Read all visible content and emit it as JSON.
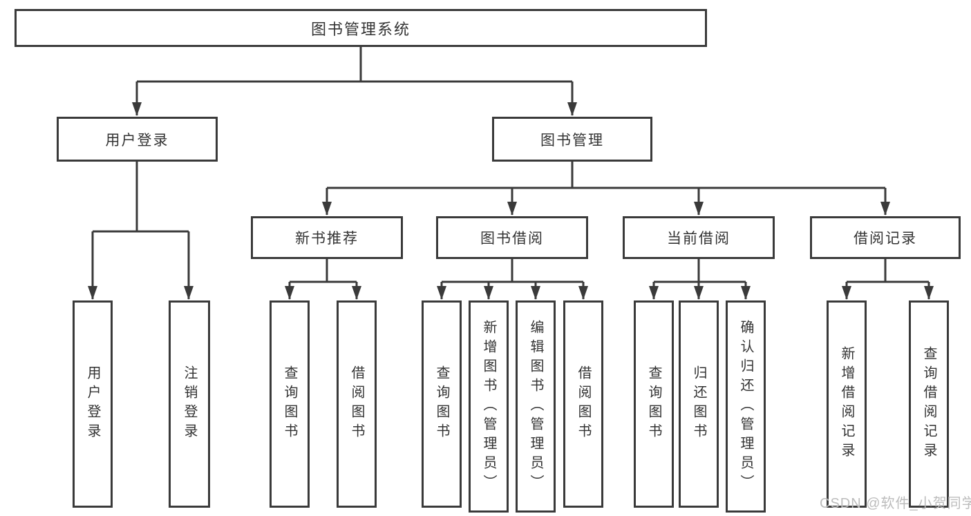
{
  "diagram": {
    "title": "图书管理系统",
    "colors": {
      "line": "#3a3a3a",
      "text": "#333333",
      "background": "#ffffff",
      "watermark": "#bcbcbc"
    },
    "level2": [
      {
        "label": "用户登录"
      },
      {
        "label": "图书管理"
      }
    ],
    "level3": [
      {
        "label": "新书推荐"
      },
      {
        "label": "图书借阅"
      },
      {
        "label": "当前借阅"
      },
      {
        "label": "借阅记录"
      }
    ],
    "leaves": {
      "user_login": [
        "用户登录",
        "注销登录"
      ],
      "new_book": [
        "查询图书",
        "借阅图书"
      ],
      "book_borrow": [
        "查询图书",
        "新增图书（管理员）",
        "编辑图书（管理员）",
        "借阅图书"
      ],
      "current_borrow": [
        "查询图书",
        "归还图书",
        "确认归还（管理员）"
      ],
      "borrow_records": [
        "新增借阅记录",
        "查询借阅记录"
      ]
    },
    "watermark": "CSDN @软件_小贺同学"
  }
}
